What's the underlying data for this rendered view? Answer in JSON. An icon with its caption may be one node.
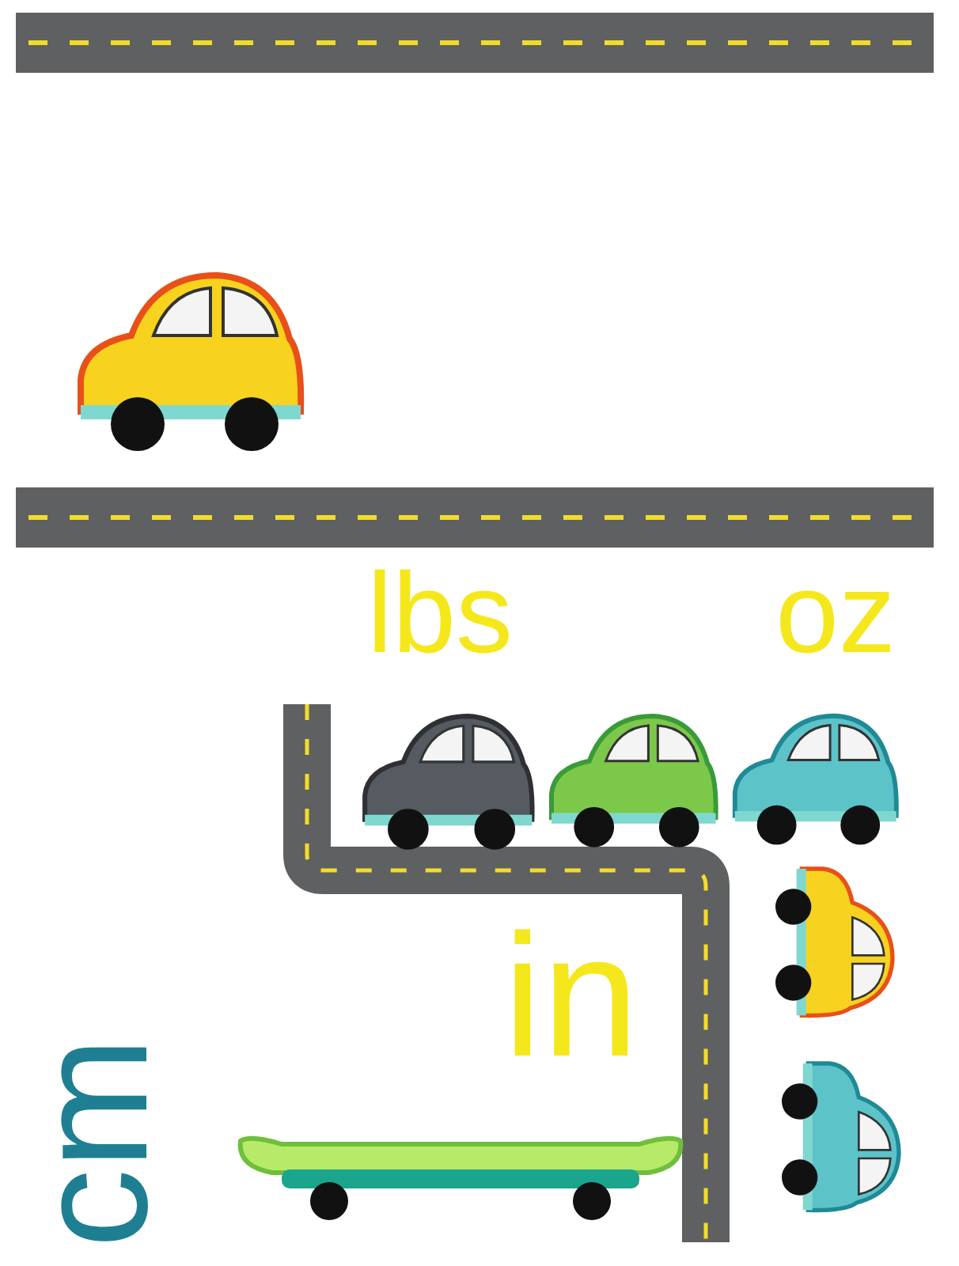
{
  "diagram": {
    "labels": [
      "lbs",
      "oz",
      "in",
      "cm"
    ]
  }
}
